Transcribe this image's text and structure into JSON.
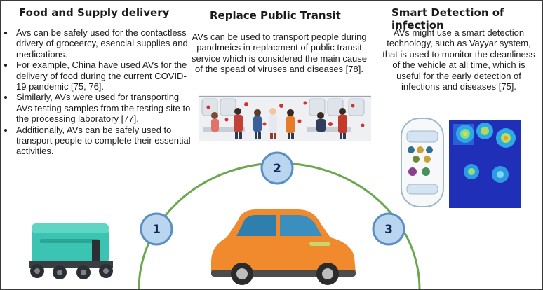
{
  "sections": [
    {
      "title": "Food and Supply delivery",
      "number": "1",
      "bullets": [
        "Avs can be safely used for the contactless drivery of groceercy, esencial supplies and medications.",
        "For example, China have used AVs for the delivery of food during the current COVID-19 pandemic [75, 76].",
        "Similarly, AVs were used for transporting AVs testing samples from the testing site to the processing laboratory [77].",
        "Additionally, AVs can be safely used to transport people to complete their essential activities."
      ]
    },
    {
      "title": "Replace Public Transit",
      "number": "2",
      "text": "AVs can be used to transport people during pandmeics in replacment of public transit service which is considered the main cause of the spead of viruses and diseases [78]."
    },
    {
      "title": "Smart Detection of infection",
      "number": "3",
      "text": "AVs might use a smart detection technology, such as Vayyar system, that is used to monitor the cleanliness of the vehicle at all time, which is useful for the early detection of infections and diseases [75]."
    }
  ],
  "colors": {
    "arc": "#6aa84f",
    "circle_fill": "#b9d5ef",
    "circle_stroke": "#5b8fc2",
    "car_body": "#f08a2c",
    "car_roof": "#c5d86d",
    "robot_body": "#3cc4b2"
  }
}
